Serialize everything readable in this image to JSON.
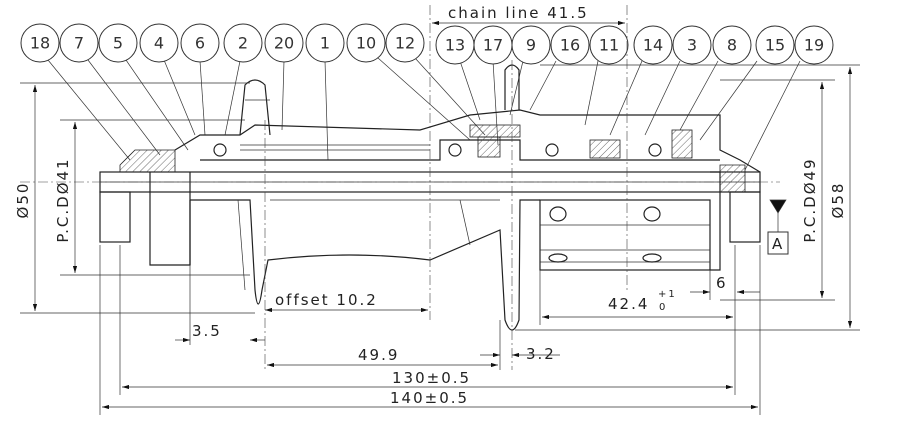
{
  "drawing": {
    "balloons": [
      "18",
      "7",
      "5",
      "4",
      "6",
      "2",
      "20",
      "1",
      "10",
      "12",
      "13",
      "17",
      "9",
      "16",
      "11",
      "14",
      "3",
      "8",
      "15",
      "19"
    ],
    "dimensions": {
      "chain_line": "chain line 41.5",
      "dia_50": "Ø50",
      "pcd_41": "P.C.DØ41",
      "pcd_49": "P.C.DØ49",
      "dia_58": "Ø58",
      "offset": "offset 10.2",
      "width_42": "42.4",
      "tol_upper": "+1",
      "tol_lower": "0",
      "six": "6",
      "three_five": "3.5",
      "forty_nine": "49.9",
      "three_two": "3.2",
      "olw_130": "130±0.5",
      "width_140": "140±0.5",
      "datum": "A"
    }
  }
}
